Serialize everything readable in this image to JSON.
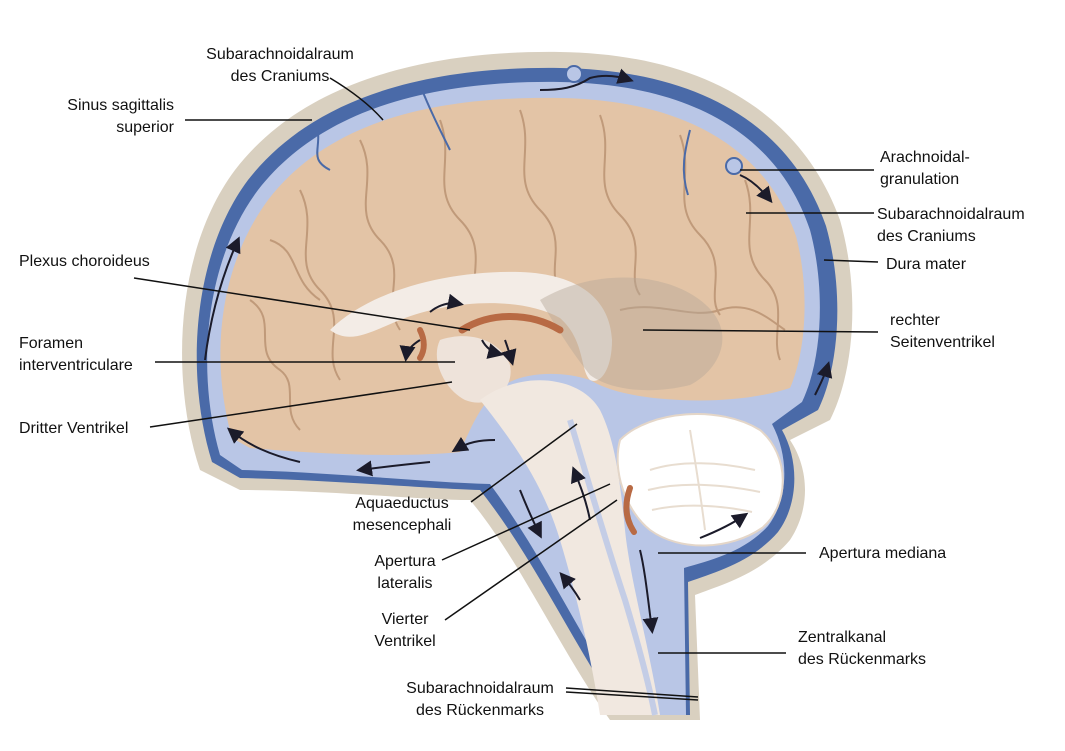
{
  "colors": {
    "skull": "#d9d0c0",
    "dura": "#4a6aa8",
    "csf": "#b9c6e6",
    "brain": "#e3c4a6",
    "brain_line": "#c09a7a",
    "ventricle": "#f3ece6",
    "plexus": "#b86a44",
    "cerebellum": "#ffffff",
    "leader": "#111111",
    "arrow": "#1b1b2a"
  },
  "labels": {
    "subarach_top": {
      "line1": "Subarachnoidalraum",
      "line2": "des Craniums"
    },
    "sinus": {
      "line1": "Sinus sagittalis",
      "line2": "superior"
    },
    "arach_gran": {
      "line1": "Arachnoidal-",
      "line2": "granulation"
    },
    "subarach_right": {
      "line1": "Subarachnoidalraum",
      "line2": "des Craniums"
    },
    "dura": {
      "line1": "Dura mater"
    },
    "plexus": {
      "line1": "Plexus choroideus"
    },
    "foramen": {
      "line1": "Foramen",
      "line2": "interventriculare"
    },
    "seitenventrikel": {
      "line1": "rechter",
      "line2": "Seitenventrikel"
    },
    "dritter": {
      "line1": "Dritter Ventrikel"
    },
    "aquaeductus": {
      "line1": "Aquaeductus",
      "line2": "mesencephali"
    },
    "apertura_lat": {
      "line1": "Apertura",
      "line2": "lateralis"
    },
    "apertura_med": {
      "line1": "Apertura mediana"
    },
    "vierter": {
      "line1": "Vierter",
      "line2": "Ventrikel"
    },
    "zentralkanal": {
      "line1": "Zentralkanal",
      "line2": "des Rückenmarks"
    },
    "subarach_rm": {
      "line1": "Subarachnoidalraum",
      "line2": "des Rückenmarks"
    }
  }
}
